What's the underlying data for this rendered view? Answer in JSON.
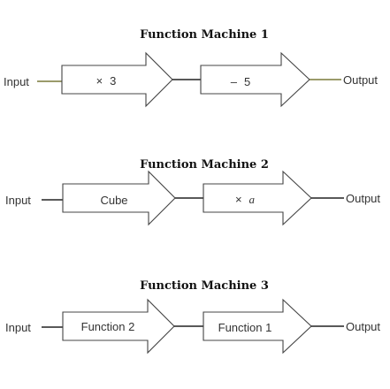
{
  "machines": [
    {
      "title": "Function Machine 1",
      "input_label": "Input",
      "output_label": "Output",
      "steps": [
        {
          "symbol": "×",
          "value": "3"
        },
        {
          "symbol": "–",
          "value": "5"
        }
      ]
    },
    {
      "title": "Function Machine 2",
      "input_label": "Input",
      "output_label": "Output",
      "steps": [
        {
          "symbol": "",
          "value": "Cube"
        },
        {
          "symbol": "×",
          "value": "a"
        }
      ]
    },
    {
      "title": "Function Machine 3",
      "input_label": "Input",
      "output_label": "Output",
      "steps": [
        {
          "symbol": "",
          "value": "Function 2"
        },
        {
          "symbol": "",
          "value": "Function 1"
        }
      ]
    }
  ],
  "colors": {
    "outline": "#444444",
    "wire": "#222222",
    "text": "#333333"
  }
}
